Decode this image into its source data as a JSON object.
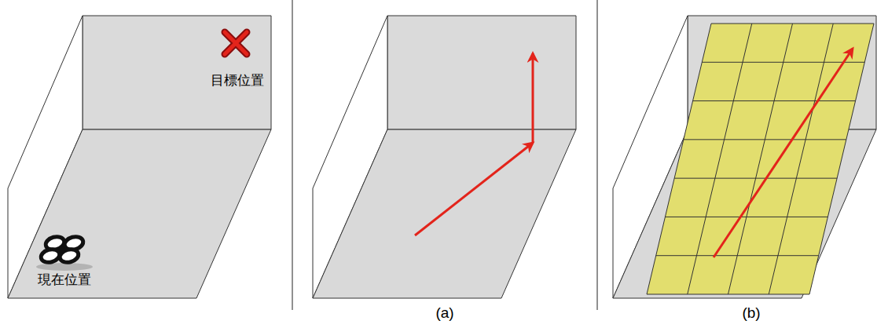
{
  "diagram": {
    "labels": [
      "目標位置",
      "現在位置",
      "(a)",
      "(b)"
    ]
  }
}
